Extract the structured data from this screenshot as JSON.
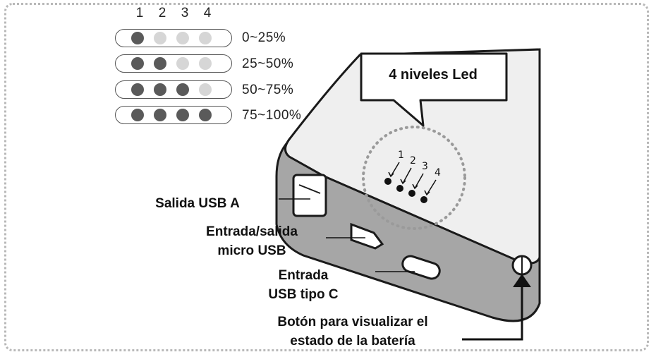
{
  "columns": [
    "1",
    "2",
    "3",
    "4"
  ],
  "levels": [
    {
      "range": "0~25%",
      "on": 1
    },
    {
      "range": "25~50%",
      "on": 2
    },
    {
      "range": "50~75%",
      "on": 3
    },
    {
      "range": "75~100%",
      "on": 4
    }
  ],
  "callout": "4 niveles Led",
  "led_numbers": [
    "1",
    "2",
    "3",
    "4"
  ],
  "labels": {
    "usb_a": "Salida USB A",
    "micro_line1": "Entrada/salida",
    "micro_line2": "micro USB",
    "typec_line1": "Entrada",
    "typec_line2": "USB tipo C",
    "button_line1": "Botón para visualizar el",
    "button_line2": "estado de la batería"
  },
  "colors": {
    "led_on": "#5a5a5a",
    "led_off": "#d6d6d6",
    "device_body": "#a6a6a6",
    "device_top": "#efefef"
  }
}
